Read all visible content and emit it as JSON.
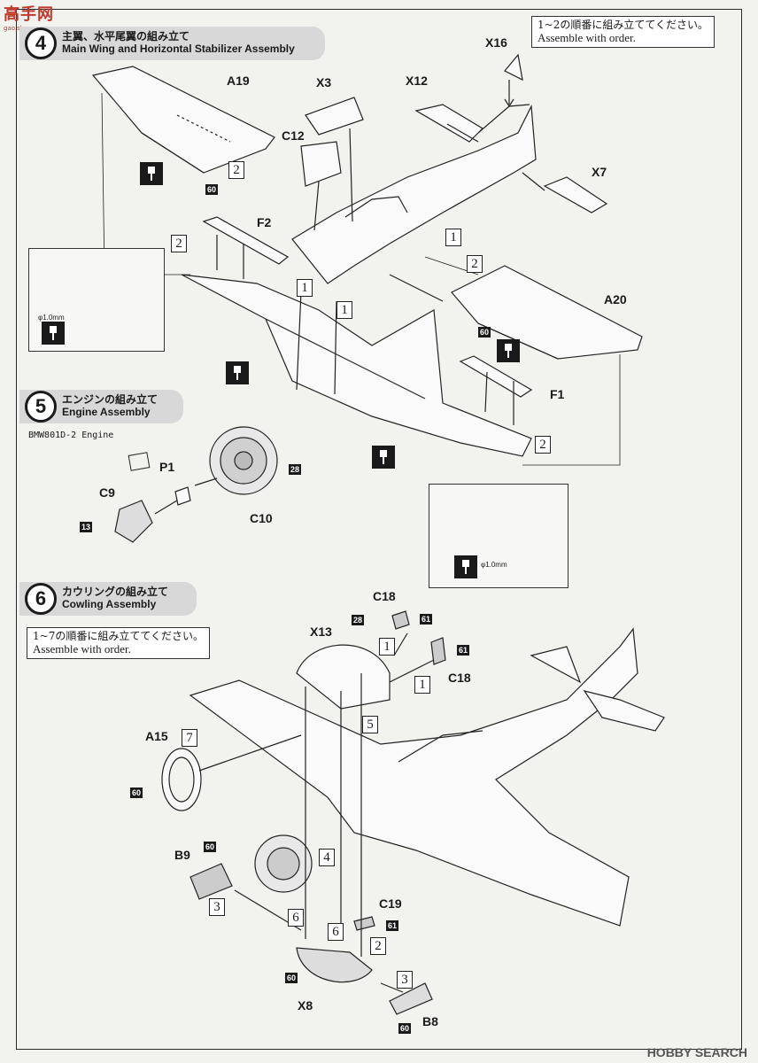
{
  "watermark_top": {
    "text": "高手网",
    "sub": "gao.shou.com"
  },
  "watermark_bottom": "HOBBY SEARCH",
  "step4": {
    "num": "4",
    "title_jp": "主翼、水平尾翼の組み立て",
    "title_en": "Main Wing and Horizontal Stabilizer Assembly",
    "note_jp": "1~2の順番に組み立ててください。",
    "note_en": "Assemble with order.",
    "parts": [
      "A19",
      "X3",
      "X12",
      "X16",
      "C12",
      "X7",
      "F2",
      "A20",
      "F1"
    ],
    "order_marks": [
      "2",
      "2",
      "1",
      "1",
      "1",
      "2",
      "2"
    ],
    "paint_codes": [
      "60",
      "60"
    ],
    "dims": [
      "φ1.0mm",
      "φ1.0mm"
    ]
  },
  "step5": {
    "num": "5",
    "title_jp": "エンジンの組み立て",
    "title_en": "Engine Assembly",
    "caption": "BMW801D-2 Engine",
    "parts": [
      "P1",
      "C9",
      "C10"
    ],
    "paint_codes": [
      "28",
      "13"
    ]
  },
  "step6": {
    "num": "6",
    "title_jp": "カウリングの組み立て",
    "title_en": "Cowling Assembly",
    "note_jp": "1~7の順番に組み立ててください。",
    "note_en": "Assemble with order.",
    "parts": [
      "C18",
      "X13",
      "C18",
      "A15",
      "B9",
      "C19",
      "X8",
      "B8"
    ],
    "order_marks": [
      "1",
      "1",
      "5",
      "7",
      "4",
      "3",
      "6",
      "6",
      "2",
      "3"
    ],
    "paint_codes": [
      "28",
      "61",
      "61",
      "60",
      "60",
      "61",
      "60",
      "60"
    ]
  },
  "colors": {
    "ink": "#1a1a1a",
    "paper": "#f2f2ef",
    "header_bg": "#d8d8d8"
  }
}
